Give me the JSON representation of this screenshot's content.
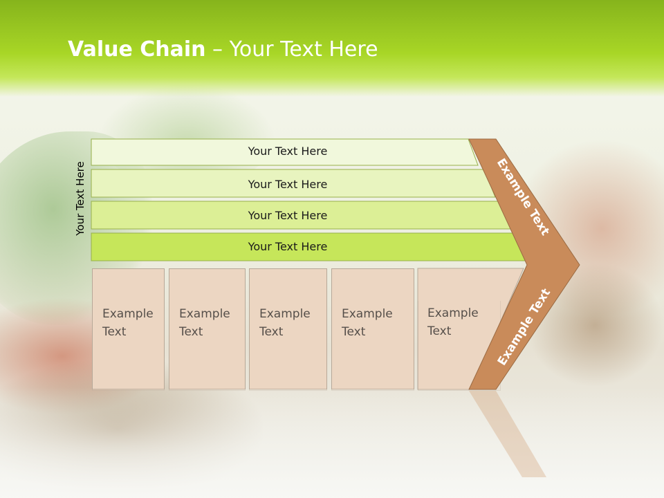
{
  "slide": {
    "title_bold": "Value Chain",
    "title_rest": " – Your Text Here",
    "side_label": "Your Text Here",
    "bars": [
      {
        "label": "Your Text Here",
        "color": "#f1f8dc"
      },
      {
        "label": "Your Text Here",
        "color": "#e8f4bf"
      },
      {
        "label": "Your Text Here",
        "color": "#dcef96"
      },
      {
        "label": "Your Text Here",
        "color": "#c6e65a"
      }
    ],
    "boxes": [
      {
        "label": "Example\nText"
      },
      {
        "label": "Example\nText"
      },
      {
        "label": "Example\nText"
      },
      {
        "label": "Example\nText"
      },
      {
        "label": "Example\nText"
      }
    ],
    "chevron": {
      "top_label": "Example Text",
      "bottom_label": "Example Text",
      "color": "#c98b5a"
    }
  }
}
